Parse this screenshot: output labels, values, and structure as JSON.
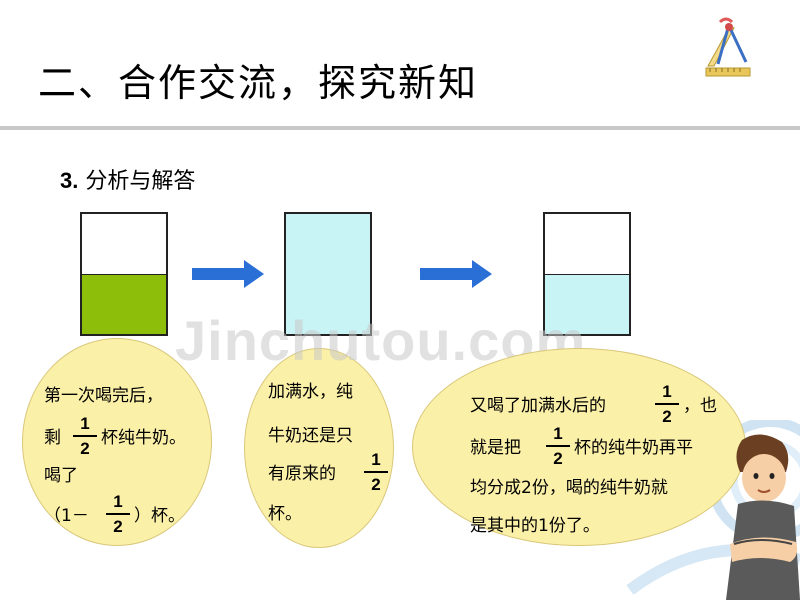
{
  "header": {
    "title": "二、合作交流，探究新知",
    "logo_icon": "compass-ruler-logo-icon"
  },
  "section": {
    "number": "3.",
    "title": "分析与解答"
  },
  "cups": [
    {
      "fill_fraction": 0.5,
      "fill_color": "#8dbf0a",
      "empty_color": "#ffffff"
    },
    {
      "fill_fraction": 1.0,
      "fill_color": "#c8f4f6",
      "empty_color": "#ffffff"
    },
    {
      "fill_fraction": 0.5,
      "fill_color": "#c8f4f6",
      "empty_color": "#ffffff"
    }
  ],
  "colors": {
    "arrow": "#2a6fd6",
    "bubble": "#fbf0a8",
    "milk": "#8dbf0a",
    "water": "#c8f4f6",
    "title_rule": "#c9c9c9"
  },
  "watermark": "Jinchutou.com",
  "bubble1": {
    "line1": "第一次喝完后，",
    "line2_prefix": "剩",
    "line2_suffix": "杯纯牛奶。",
    "line3": "喝了",
    "line4_prefix": "（1－",
    "line4_suffix": "）杯。",
    "frac_num": "1",
    "frac_den": "2"
  },
  "bubble2": {
    "line1": "加满水，纯",
    "line2": "牛奶还是只",
    "line3_prefix": "有原来的",
    "line4": "杯。",
    "frac_num": "1",
    "frac_den": "2"
  },
  "bubble3": {
    "line1_prefix": "又喝了加满水后的",
    "line1_suffix": "，也",
    "line2_prefix": "就是把",
    "line2_suffix": "杯的纯牛奶再平",
    "line3": "均分成2份，喝的纯牛奶就",
    "line4": "是其中的1份了。",
    "frac_num": "1",
    "frac_den": "2"
  }
}
